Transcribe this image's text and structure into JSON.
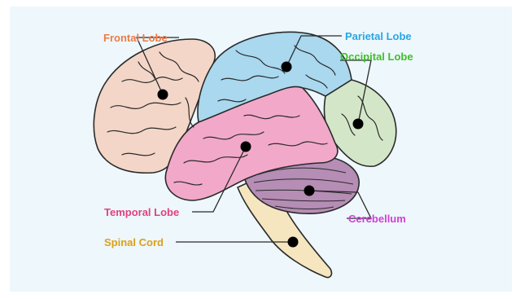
{
  "colors": {
    "panel": "#eef7fb",
    "outline": "#2a2a2a",
    "frontal_fill": "#f3d6c8",
    "parietal_fill": "#a9d8ef",
    "occipital_fill": "#d4e6c8",
    "temporal_fill": "#f2a9c9",
    "cerebellum_fill": "#b58db5",
    "spinal_fill": "#f5e6bf"
  },
  "labels": {
    "frontal": {
      "text": "Frontal Lobe",
      "color": "#ee7a46"
    },
    "parietal": {
      "text": "Parietal Lobe",
      "color": "#29a6e6"
    },
    "occipital": {
      "text": "Occipital Lobe",
      "color": "#3fbf2b"
    },
    "temporal": {
      "text": "Temporal Lobe",
      "color": "#e0417f"
    },
    "cerebellum": {
      "text": "Cerebellum",
      "color": "#d23fd6"
    },
    "spinal": {
      "text": "Spinal Cord",
      "color": "#dba018"
    }
  },
  "icons": {
    "marker": "black-dot"
  }
}
